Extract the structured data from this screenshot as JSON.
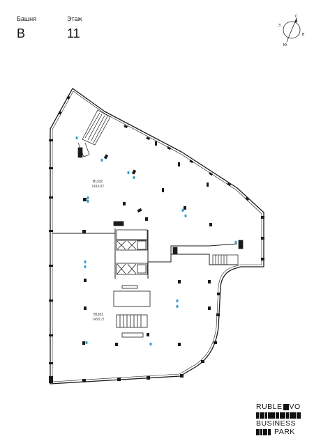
{
  "header": {
    "tower_label": "Башня",
    "tower_value": "B",
    "floor_label": "Этаж",
    "floor_value": "11"
  },
  "compass": {
    "north": "С",
    "south": "Ю",
    "west": "З",
    "east": "В"
  },
  "units": [
    {
      "id": "B1102",
      "area": "1494,82"
    },
    {
      "id": "B1101",
      "area": "1458,71"
    }
  ],
  "logo": {
    "line1_a": "RUBLE",
    "line1_b": "VO",
    "line2": "BUSINESS",
    "line3": "PARK"
  },
  "colors": {
    "walls": "#1a1a1a",
    "fixtures": "#3a9fd6"
  }
}
